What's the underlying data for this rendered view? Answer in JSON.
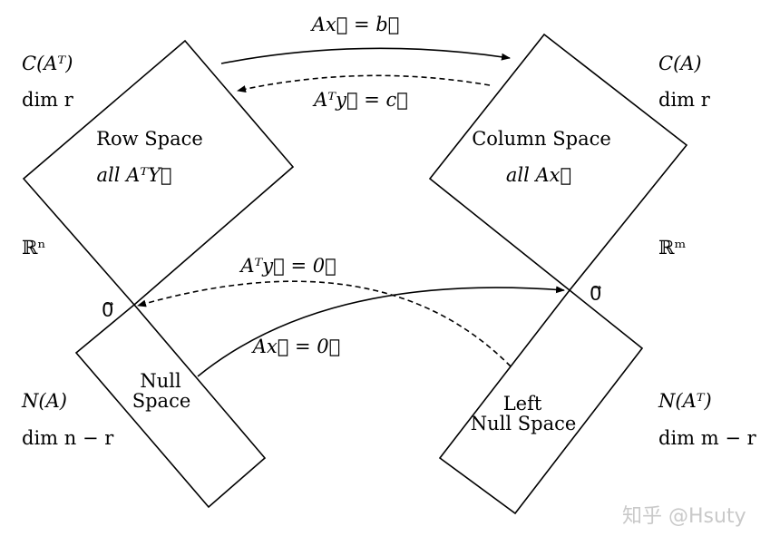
{
  "diagram": {
    "row_space": {
      "line1": "Row Space",
      "line2": "all AᵀY⃗"
    },
    "column_space": {
      "line1": "Column Space",
      "line2": "all Ax⃗"
    },
    "null_space": {
      "line1": "Null",
      "line2": "Space"
    },
    "left_null_space": {
      "line1": "Left",
      "line2": "Null Space"
    },
    "left_side": {
      "row_space_name": "C(Aᵀ)",
      "row_space_dim": "dim r",
      "domain": "ℝⁿ",
      "null_space_name": "N(A)",
      "null_space_dim": "dim n − r"
    },
    "right_side": {
      "column_space_name": "C(A)",
      "column_space_dim": "dim r",
      "codomain": "ℝᵐ",
      "left_null_space_name": "N(Aᵀ)",
      "left_null_space_dim": "dim m − r"
    },
    "arrows": {
      "top_forward": "Ax⃗ = b⃗",
      "top_backward": "Aᵀy⃗ = c⃗",
      "bottom_backward": "Aᵀy⃗ = 0⃗",
      "bottom_forward": "Ax⃗ = 0⃗"
    },
    "zero_left": "0⃗",
    "zero_right": "0⃗"
  },
  "watermark": "知乎 @Hsuty"
}
